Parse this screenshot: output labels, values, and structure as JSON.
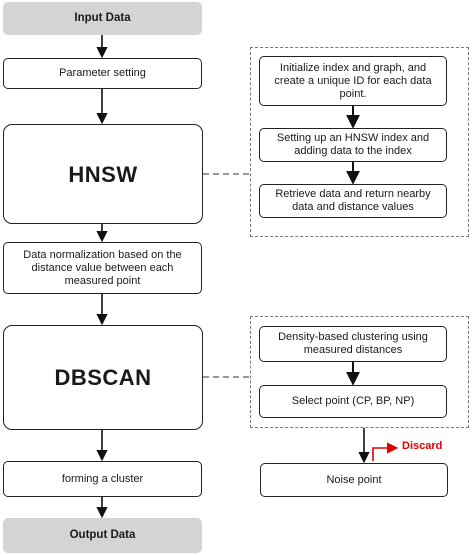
{
  "flow": {
    "input": "Input Data",
    "parameter": "Parameter setting",
    "hnsw": "HNSW",
    "normalization": "Data normalization based on the distance value between each measured point",
    "dbscan": "DBSCAN",
    "cluster": "forming a cluster",
    "output": "Output Data"
  },
  "hnsw_steps": {
    "init": "Initialize index and graph, and create a unique ID for each data point.",
    "index": "Setting up an HNSW index and adding data to the index",
    "retrieve": "Retrieve data and return nearby data and distance values"
  },
  "dbscan_steps": {
    "density": "Density-based clustering using measured distances",
    "select": "Select point (CP, BP, NP)"
  },
  "noise": {
    "label": "Noise point",
    "discard": "Discard"
  },
  "colors": {
    "terminal_fill": "#d4d4d4",
    "discard": "#e00000",
    "dashed_border": "#777777"
  }
}
